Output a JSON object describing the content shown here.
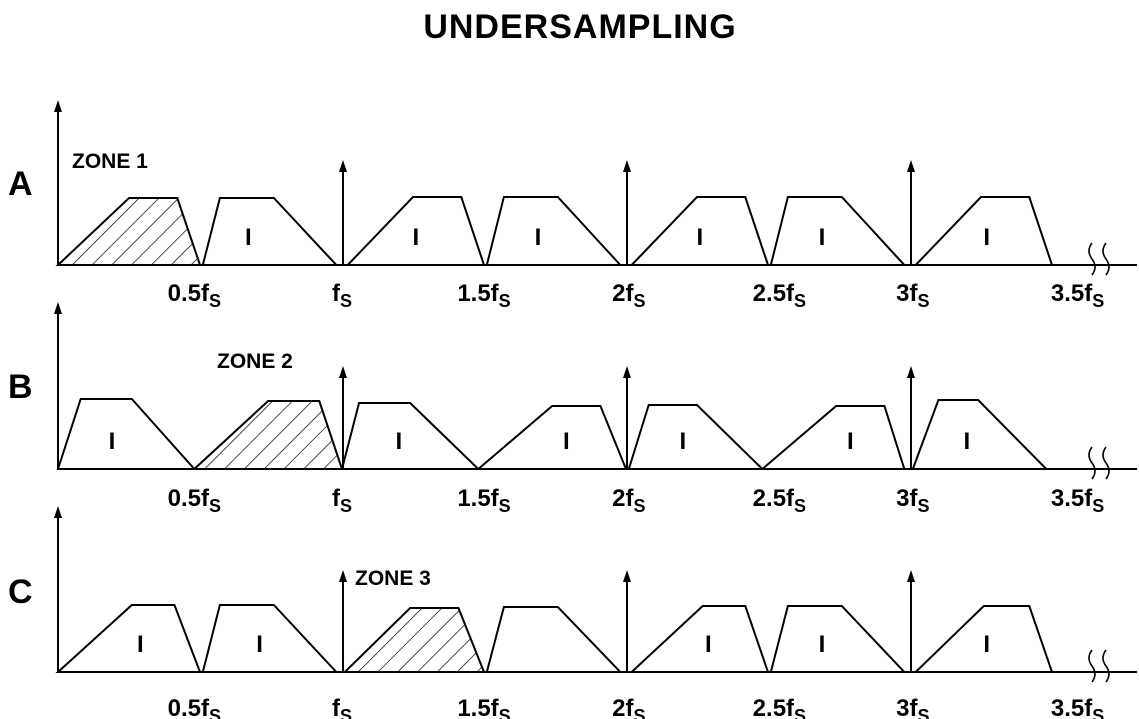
{
  "title": "UNDERSAMPLING",
  "axis_labels": [
    "0.5f",
    "f",
    "1.5f",
    "2f",
    "2.5f",
    "3f",
    "3.5f"
  ],
  "axis_subscript": "S",
  "image_label": "I",
  "panels": [
    {
      "id": "A",
      "letter": "A",
      "zone": "ZONE 1"
    },
    {
      "id": "B",
      "letter": "B",
      "zone": "ZONE 2"
    },
    {
      "id": "C",
      "letter": "C",
      "zone": "ZONE 3"
    }
  ],
  "colors": {
    "ink": "#000000",
    "background": "#ffffff"
  }
}
